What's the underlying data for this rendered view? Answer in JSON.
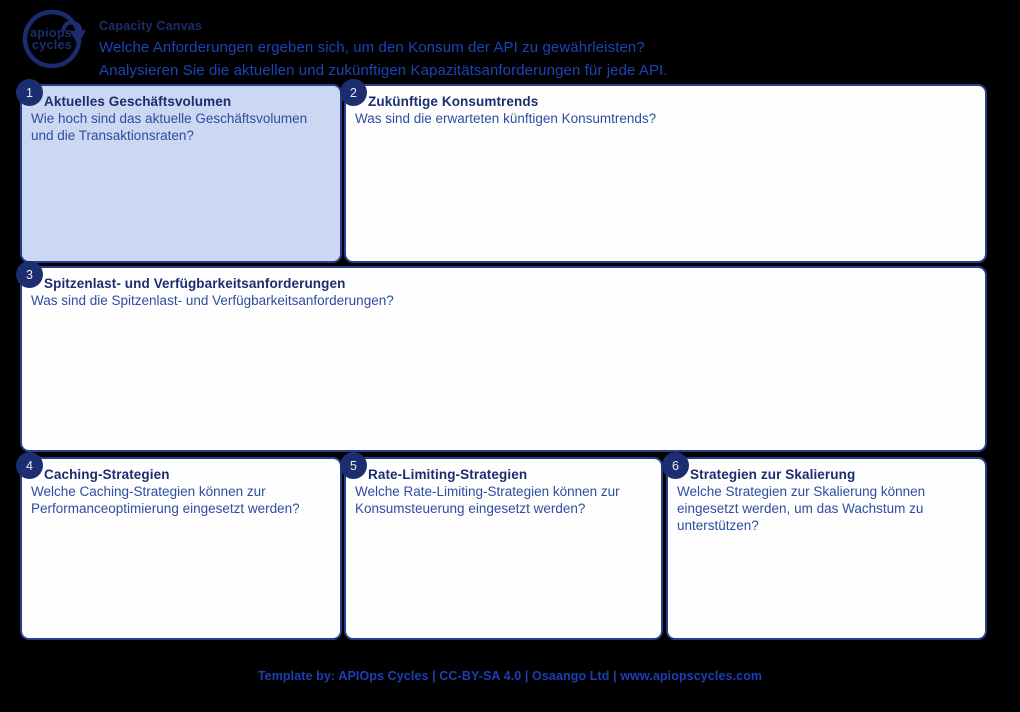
{
  "logo": {
    "line1": "apiops",
    "line2": "cycles"
  },
  "header": {
    "title": "Capacity Canvas",
    "subtitle1": "Welche Anforderungen ergeben sich, um den Konsum der API zu gewährleisten?",
    "subtitle2": "Analysieren Sie die aktuellen und zukünftigen Kapazitätsanforderungen für jede API."
  },
  "boxes": [
    {
      "number": "1",
      "title": "Aktuelles Geschäftsvolumen",
      "question": "Wie hoch sind das aktuelle Geschäftsvolumen und die Transaktionsraten?",
      "highlighted": true
    },
    {
      "number": "2",
      "title": "Zukünftige Konsumtrends",
      "question": "Was sind die erwarteten künftigen Konsumtrends?",
      "highlighted": false
    },
    {
      "number": "3",
      "title": "Spitzenlast- und Verfügbarkeitsanforderungen",
      "question": "Was sind die Spitzenlast- und Verfügbarkeitsanforderungen?",
      "highlighted": false
    },
    {
      "number": "4",
      "title": "Caching-Strategien",
      "question": "Welche Caching-Strategien können zur Performanceoptimierung eingesetzt werden?",
      "highlighted": false
    },
    {
      "number": "5",
      "title": "Rate-Limiting-Strategien",
      "question": "Welche Rate-Limiting-Strategien können zur Konsumsteuerung eingesetzt werden?",
      "highlighted": false
    },
    {
      "number": "6",
      "title": "Strategien zur Skalierung",
      "question": "Welche Strategien zur Skalierung können eingesetzt werden, um das Wachstum zu unterstützen?",
      "highlighted": false
    }
  ],
  "footer": {
    "text": "Template by: APIOps Cycles | CC-BY-SA 4.0 | Osaango Ltd | www.apiopscycles.com"
  },
  "colors": {
    "background": "#000000",
    "navy": "#1b2d6e",
    "box_border": "#2a3d8c",
    "box_fill": "#fefefe",
    "box_highlight_fill": "#ccd8f1",
    "question_text": "#2c4da1",
    "subtitle_text": "#1c43b8",
    "footer_text": "#1c3fb5"
  }
}
